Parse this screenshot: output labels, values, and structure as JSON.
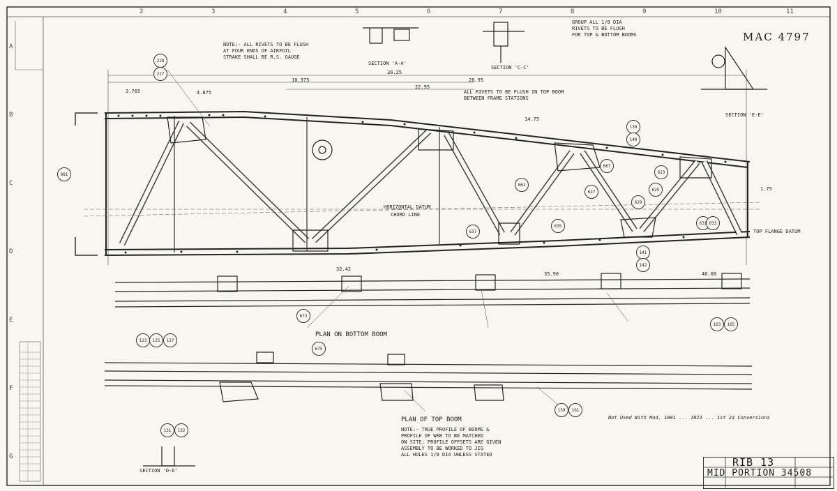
{
  "sheet": {
    "handwritten_ref": "MAC 4797",
    "handwritten_note": "Not Used With Mod. 1001 ... 1023 ... 1st 24 Conversions",
    "title_number": "RIB 13",
    "title_line": "MID PORTION 34508",
    "zone_numbers": [
      "2",
      "3",
      "4",
      "5",
      "6",
      "7",
      "8",
      "9",
      "10",
      "11"
    ],
    "zone_letters": [
      "A",
      "B",
      "C",
      "D",
      "E",
      "F",
      "G"
    ]
  },
  "sections": {
    "aa": "SECTION 'A-A'",
    "cc": "SECTION 'C-C'",
    "ee": "SECTION 'E-E'",
    "dd": "SECTION 'D-D'",
    "plan_bottom": "PLAN ON BOTTOM BOOM",
    "plan_top": "PLAN OF TOP BOOM"
  },
  "notes": {
    "main_note": [
      "NOTE:- ALL RIVETS TO BE FLUSH",
      "AT FOUR ENDS OF AIRFOIL",
      "STRAKE SHALL BE R.S. GAUGE"
    ],
    "top_note": [
      "ALL RIVETS TO BE FLUSH IN TOP BOOM",
      "BETWEEN FRAME STATIONS"
    ],
    "right_note": [
      "GROUP ALL 1/8 DIA",
      "RIVETS TO BE FLUSH",
      "FOR TOP & BOTTOM BOOMS"
    ],
    "datum": "HORIZONTAL DATUM",
    "chord": "CHORD LINE",
    "flange": "TOP FLANGE DATUM",
    "bottom_notes": [
      "NOTE:- TRUE PROFILE OF BOOMS &",
      "PROFILE OF WEB TO BE MATCHED",
      "ON SITE; PROFILE OFFSETS ARE GIVEN",
      "ASSEMBLY TO BE WORKED TO JIG",
      "ALL HOLES 1/8 DIA UNLESS STATED"
    ]
  },
  "dims": [
    "30.25",
    "26.95",
    "22.95",
    "10.375",
    "4.875",
    "3.765",
    "14.75",
    "1.75",
    "32.42",
    "40.08",
    "35.90"
  ],
  "balloons": [
    "228",
    "227",
    "139",
    "140",
    "141",
    "142",
    "081",
    "061",
    "623",
    "625",
    "627",
    "629",
    "631",
    "633",
    "635",
    "637",
    "667",
    "673",
    "675",
    "123",
    "125",
    "127",
    "131",
    "132",
    "159",
    "161",
    "163",
    "165"
  ]
}
